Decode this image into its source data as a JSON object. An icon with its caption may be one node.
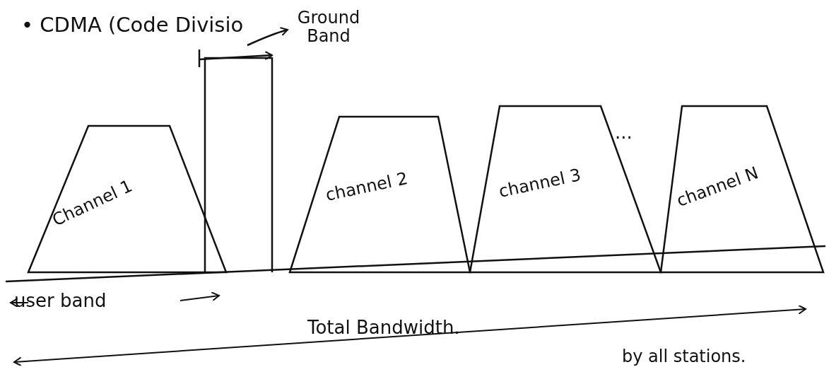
{
  "diagram": {
    "nodes": [
      {
        "text": [
          "Channel 1"
        ]
      },
      {
        "text": [
          "channel 2"
        ]
      },
      {
        "text": [
          "channel 3"
        ]
      },
      {
        "text": [
          "channel N"
        ]
      },
      {
        "text": [
          "Ground Band"
        ]
      }
    ],
    "edges": [
      {
        "from": null,
        "to": 4,
        "arrow": "to"
      }
    ],
    "labels": [
      "• CDMA (Code Divisio",
      "...",
      "user band",
      "Total Bandwidth.",
      "by all stations."
    ]
  }
}
